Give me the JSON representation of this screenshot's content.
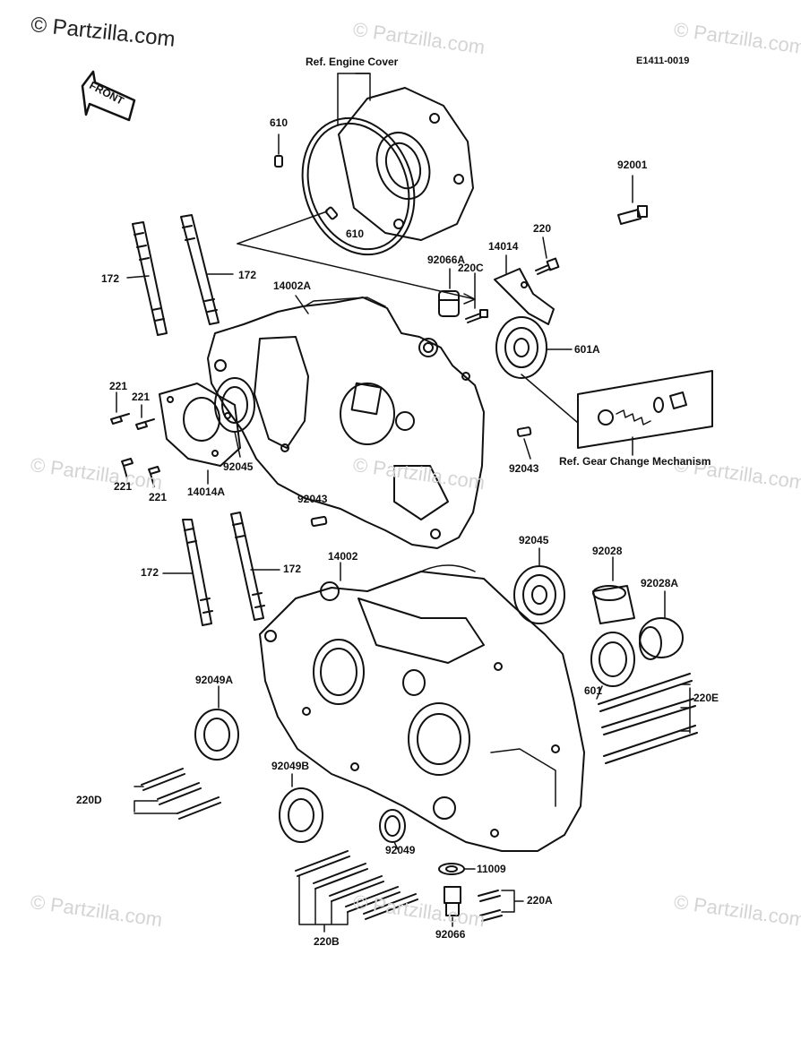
{
  "brand": {
    "watermark": "© Partzilla.com"
  },
  "diagram_code": "E1411-0019",
  "front_label": "FRONT",
  "references": {
    "engine_cover": "Ref. Engine Cover",
    "gear_change": "Ref.  Gear Change Mechanism"
  },
  "parts": {
    "p610a": "610",
    "p610b": "610",
    "p92001": "92001",
    "p220": "220",
    "p14014": "14014",
    "p92066A": "92066A",
    "p220C": "220C",
    "p172a": "172",
    "p172b": "172",
    "p14002A": "14002A",
    "p601A": "601A",
    "p221a": "221",
    "p221b": "221",
    "p221c": "221",
    "p221d": "221",
    "p92045a": "92045",
    "p14014A": "14014A",
    "p92043a": "92043",
    "p92043b": "92043",
    "p172c": "172",
    "p172d": "172",
    "p14002": "14002",
    "p92045b": "92045",
    "p92028": "92028",
    "p92028A": "92028A",
    "p601": "601",
    "p220E": "220E",
    "p92049A": "92049A",
    "p92049B": "92049B",
    "p220D": "220D",
    "p92049": "92049",
    "p11009": "11009",
    "p220A": "220A",
    "p220B": "220B",
    "p92066": "92066"
  },
  "colors": {
    "line": "#111111",
    "watermark": "#d4d4d4",
    "background": "#ffffff"
  }
}
